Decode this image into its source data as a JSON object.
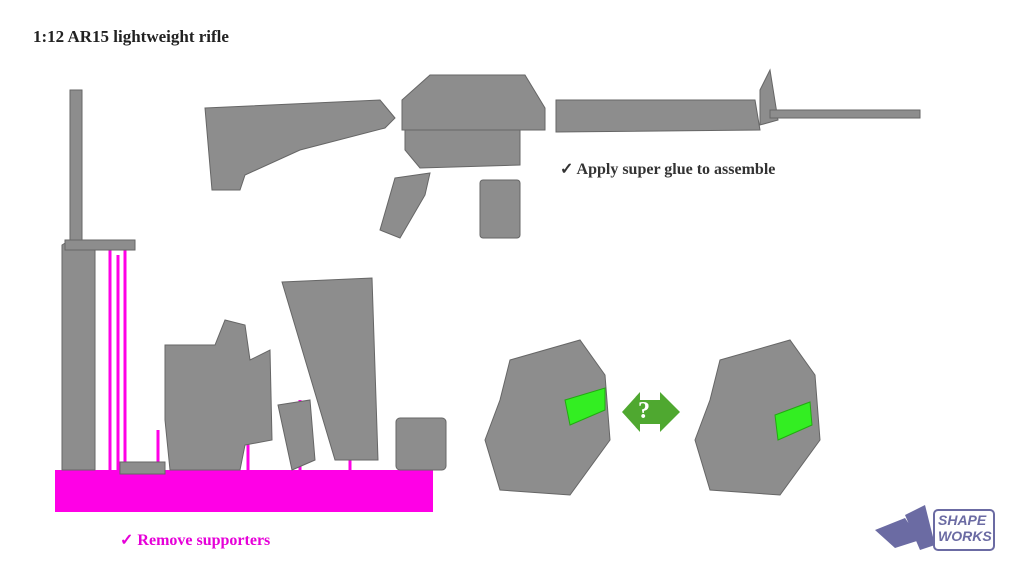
{
  "title": "1:12 AR15 lightweight rifle",
  "notes": {
    "glue": "✓  Apply super glue to assemble",
    "supporters": "✓  Remove supporters"
  },
  "compare_symbol": "?",
  "logo": {
    "line1": "SHAPE",
    "line2": "WORKS"
  },
  "colors": {
    "support": "#ff00e6",
    "highlight": "#33ee22",
    "arrow": "#4fa830",
    "part": "#8a8a8a",
    "logo": "#6b6ba3"
  }
}
